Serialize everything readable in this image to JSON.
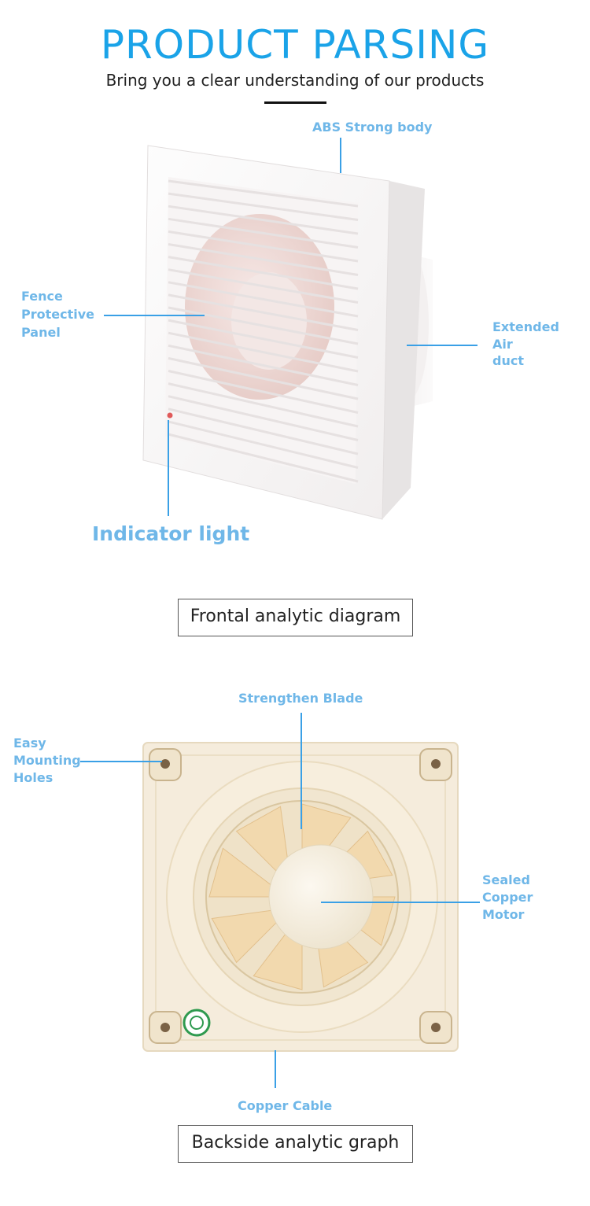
{
  "header": {
    "title": "PRODUCT PARSING",
    "subtitle": "Bring you a clear understanding of our products"
  },
  "front_diagram": {
    "labels": {
      "abs_body": "ABS Strong body",
      "fence_1": "Fence",
      "fence_2": "Protective",
      "fence_3": "Panel",
      "duct_1": "Extended",
      "duct_2": "Air",
      "duct_3": "duct",
      "indicator": "Indicator light"
    },
    "caption": "Frontal analytic diagram"
  },
  "back_diagram": {
    "labels": {
      "blade": "Strengthen Blade",
      "holes_1": "Easy",
      "holes_2": "Mounting",
      "holes_3": "Holes",
      "motor_1": "Sealed",
      "motor_2": "Copper",
      "motor_3": "Motor",
      "cable": "Copper Cable"
    },
    "caption": "Backside analytic graph"
  },
  "colors": {
    "title": "#1aa3e8",
    "label": "#6fb7e8",
    "leader_line": "#3aa0e6"
  }
}
